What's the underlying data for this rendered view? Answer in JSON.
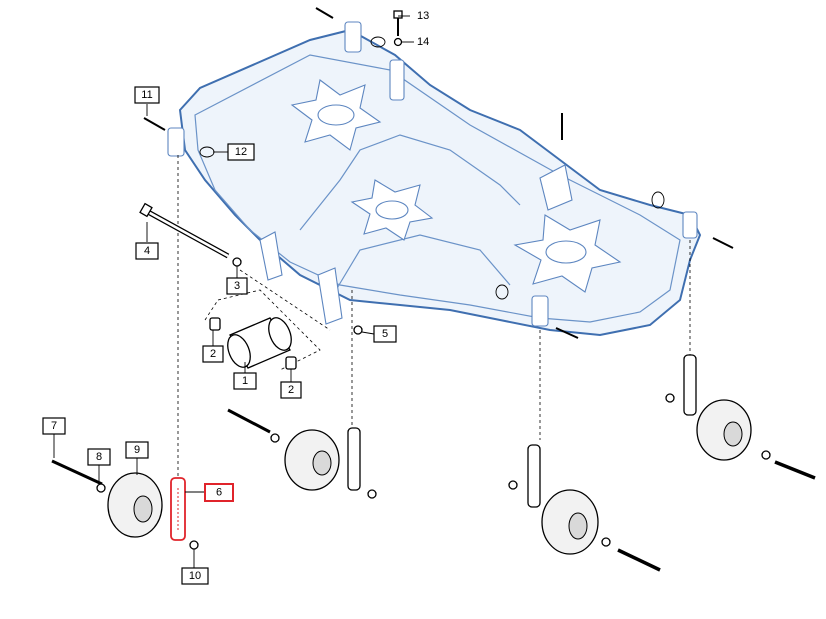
{
  "callouts": [
    {
      "id": "1",
      "label": "1"
    },
    {
      "id": "2a",
      "label": "2"
    },
    {
      "id": "2b",
      "label": "2"
    },
    {
      "id": "3",
      "label": "3"
    },
    {
      "id": "4",
      "label": "4"
    },
    {
      "id": "5",
      "label": "5"
    },
    {
      "id": "6",
      "label": "6",
      "highlighted": true
    },
    {
      "id": "7",
      "label": "7"
    },
    {
      "id": "8",
      "label": "8"
    },
    {
      "id": "9",
      "label": "9"
    },
    {
      "id": "10",
      "label": "10"
    },
    {
      "id": "11",
      "label": "11"
    },
    {
      "id": "12",
      "label": "12"
    },
    {
      "id": "13",
      "label": "13"
    },
    {
      "id": "14",
      "label": "14"
    }
  ],
  "colors": {
    "deck_outline": "#3f6fb0",
    "deck_fill": "#eef4fb",
    "highlight": "#e0242b"
  }
}
